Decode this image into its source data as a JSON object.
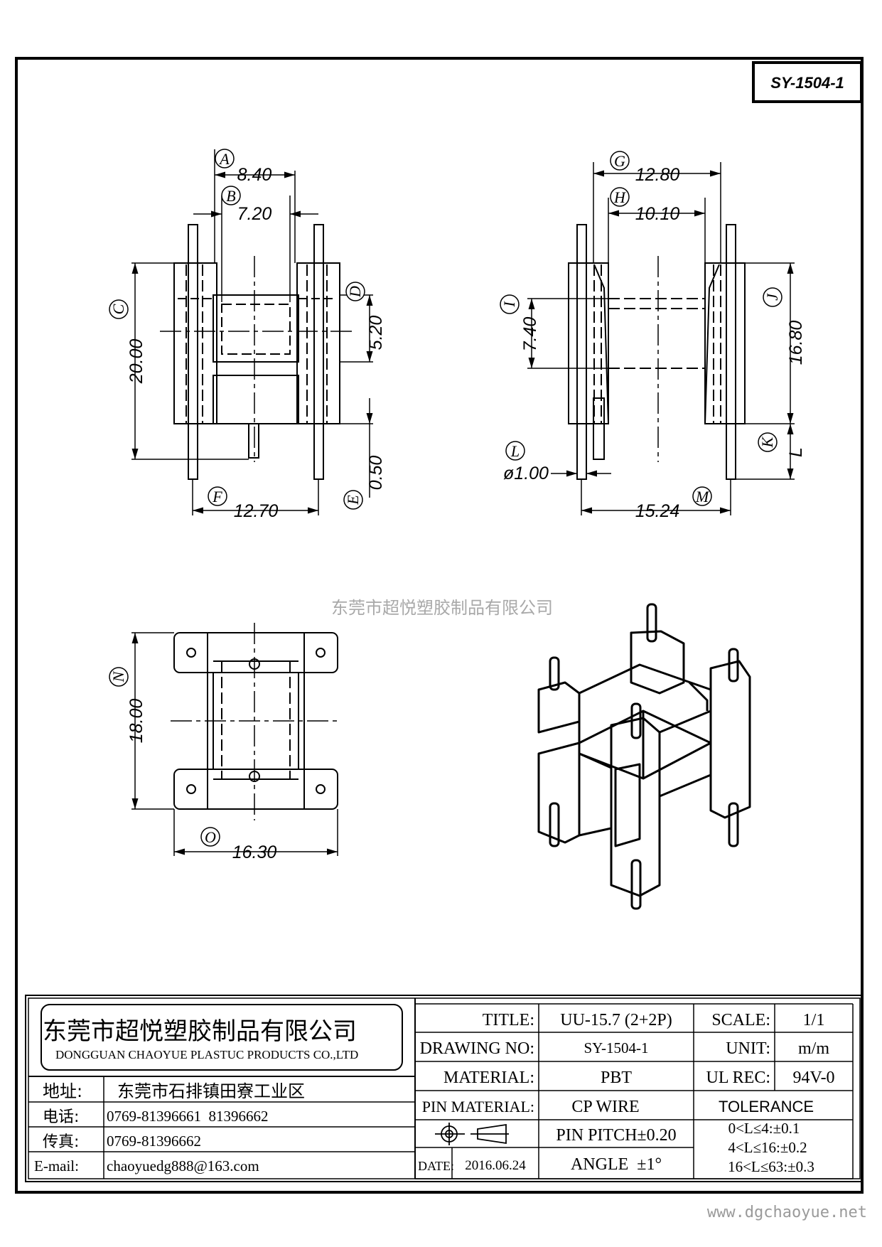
{
  "drawing_code": "SY-1504-1",
  "watermark": "东莞市超悦塑胶制品有限公司",
  "footer_url": "www.dgchaoyue.net",
  "front_view": {
    "A": "A",
    "A_val": "8.40",
    "B": "B",
    "B_val": "7.20",
    "C": "C",
    "C_val": "20.00",
    "D": "D",
    "D_val": "5.20",
    "E": "E",
    "E_val": "0.50",
    "F": "F",
    "F_val": "12.70"
  },
  "side_view": {
    "G": "G",
    "G_val": "12.80",
    "H": "H",
    "H_val": "10.10",
    "I": "I",
    "I_val": "7.40",
    "J": "J",
    "J_val": "16.80",
    "K": "K",
    "K_val": "L",
    "L": "L",
    "L_val": "ø1.00",
    "M": "M",
    "M_val": "15.24"
  },
  "bottom_view": {
    "N": "N",
    "N_val": "18.00",
    "O": "O",
    "O_val": "16.30"
  },
  "title_block": {
    "company_cn": "东莞市超悦塑胶制品有限公司",
    "company_en": "DONGGUAN CHAOYUE PLASTUC PRODUCTS CO.,LTD",
    "address_label": "地址:",
    "address": "东莞市石排镇田寮工业区",
    "phone_label": "电话:",
    "phone": "0769-81396661  81396662",
    "fax_label": "传真:",
    "fax": "0769-81396662",
    "email_label": "E-mail:",
    "email": "chaoyuedg888@163.com",
    "title_label": "TITLE:",
    "title_value": "UU-15.7 (2+2P)",
    "scale_label": "SCALE:",
    "scale_value": "1/1",
    "drawing_no_label": "DRAWING NO:",
    "drawing_no_value": "SY-1504-1",
    "unit_label": "UNIT:",
    "unit_value": "m/m",
    "material_label": "MATERIAL:",
    "material_value": "PBT",
    "ul_label": "UL REC:",
    "ul_value": "94V-0",
    "pin_material_label": "PIN MATERIAL:",
    "pin_material_value": "CP WIRE",
    "tolerance_label": "TOLERANCE",
    "pin_pitch": "PIN PITCH±0.20",
    "angle": "ANGLE  ±1°",
    "date_label": "DATE:",
    "date_value": "2016.06.24",
    "tol_1": "0<L≤4:±0.1",
    "tol_2": "4<L≤16:±0.2",
    "tol_3": "16<L≤63:±0.3"
  }
}
